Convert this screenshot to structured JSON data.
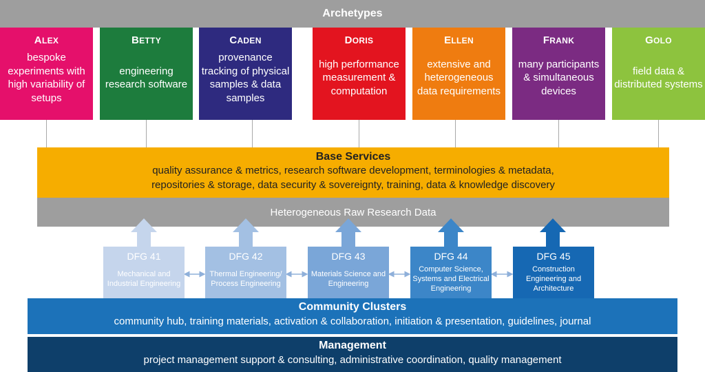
{
  "header": {
    "title": "Archetypes"
  },
  "archetypes": [
    {
      "first": "A",
      "rest": "LEX",
      "description": "bespoke experiments with high variability of setups",
      "color": "#e5106b"
    },
    {
      "first": "B",
      "rest": "ETTY",
      "description": "engineering research software",
      "color": "#1d7c3d"
    },
    {
      "first": "C",
      "rest": "ADEN",
      "description": "provenance tracking of physical samples & data samples",
      "color": "#2e2a7f"
    },
    {
      "first": "D",
      "rest": "ORIS",
      "description": "high performance measurement & computation",
      "color": "#e3141f"
    },
    {
      "first": "E",
      "rest": "LLEN",
      "description": "extensive and heterogeneous data requirements",
      "color": "#ef7c10"
    },
    {
      "first": "F",
      "rest": "RANK",
      "description": "many participants & simultaneous devices",
      "color": "#7b2b82"
    },
    {
      "first": "G",
      "rest": "OLO",
      "description": "field data & distributed systems",
      "color": "#8dc33e"
    }
  ],
  "base_services": {
    "title": "Base Services",
    "line1": "quality assurance & metrics, research software development, terminologies & metadata,",
    "line2": "repositories & storage, data security & sovereignty, training, data & knowledge discovery",
    "color": "#f6ad00"
  },
  "raw_data": {
    "label": "Heterogeneous Raw Research Data"
  },
  "dfg": [
    {
      "title": "DFG 41",
      "description": "Mechanical and Industrial Engineering",
      "color": "#c5d5ec"
    },
    {
      "title": "DFG 42",
      "description": "Thermal Engineering/ Process Engineering",
      "color": "#a3c0e3"
    },
    {
      "title": "DFG 43",
      "description": "Materials Science and Engineering",
      "color": "#7aa6d8"
    },
    {
      "title": "DFG 44",
      "description": "Computer Science, Systems and Electrical Engineering",
      "color": "#3c86c8"
    },
    {
      "title": "DFG 45",
      "description": "Construction Engineering and Architecture",
      "color": "#1668b3"
    }
  ],
  "community_clusters": {
    "title": "Community Clusters",
    "description": "community hub, training materials, activation & collaboration, initiation & presentation, guidelines, journal",
    "color": "#1c72b9"
  },
  "management": {
    "title": "Management",
    "description": "project management support & consulting, administrative coordination, quality management",
    "color": "#0e3f6a"
  }
}
